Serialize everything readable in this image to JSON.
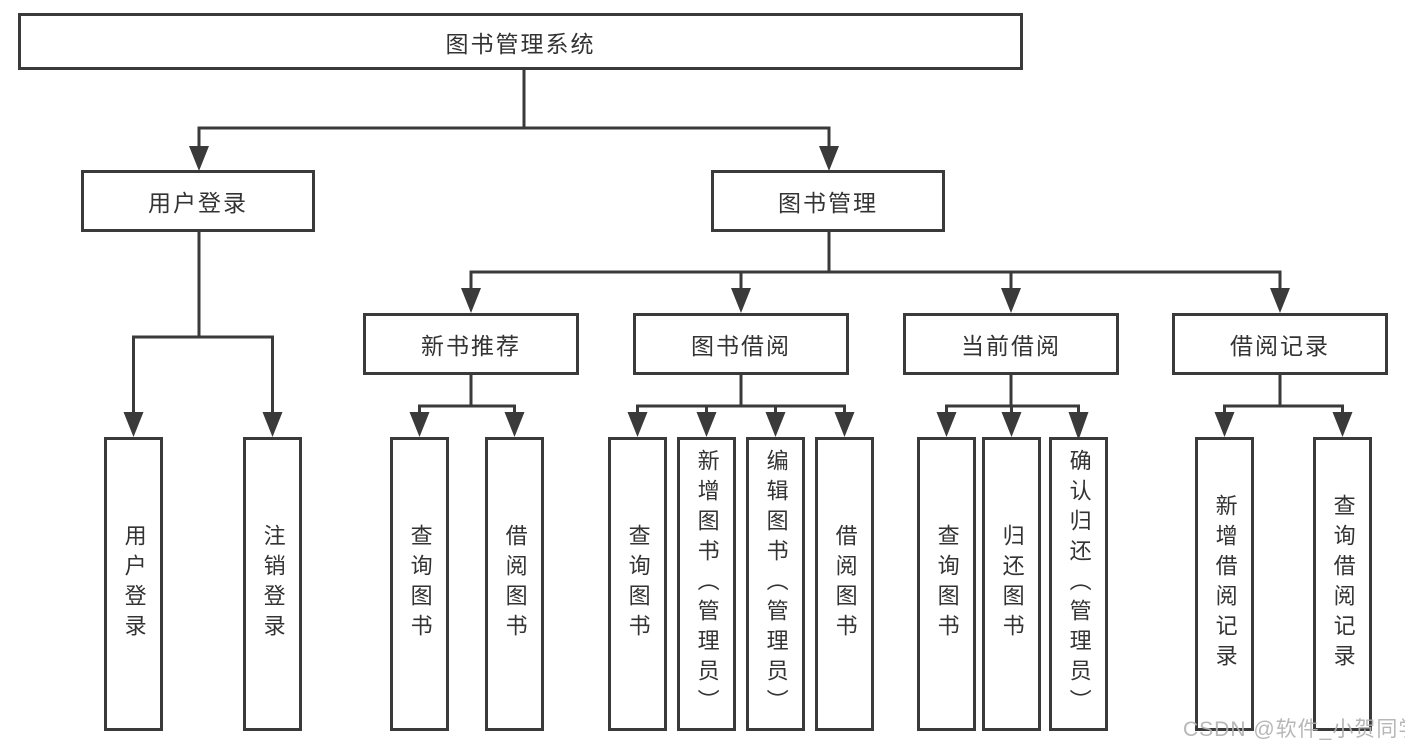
{
  "diagram": {
    "title_node": {
      "label": "图书管理系统"
    },
    "level2": [
      {
        "label": "用户登录"
      },
      {
        "label": "图书管理"
      }
    ],
    "level3": [
      {
        "label": "新书推荐",
        "parent": "图书管理"
      },
      {
        "label": "图书借阅",
        "parent": "图书管理"
      },
      {
        "label": "当前借阅",
        "parent": "图书管理"
      },
      {
        "label": "借阅记录",
        "parent": "图书管理"
      }
    ],
    "leaves": [
      {
        "label": "用户登录",
        "parent": "用户登录"
      },
      {
        "label": "注销登录",
        "parent": "用户登录"
      },
      {
        "label": "查询图书",
        "parent": "新书推荐"
      },
      {
        "label": "借阅图书",
        "parent": "新书推荐"
      },
      {
        "label": "查询图书",
        "parent": "图书借阅"
      },
      {
        "label": "新增图书（管理员）",
        "parent": "图书借阅"
      },
      {
        "label": "编辑图书（管理员）",
        "parent": "图书借阅"
      },
      {
        "label": "借阅图书",
        "parent": "图书借阅"
      },
      {
        "label": "查询图书",
        "parent": "当前借阅"
      },
      {
        "label": "归还图书",
        "parent": "当前借阅"
      },
      {
        "label": "确认归还（管理员）",
        "parent": "当前借阅"
      },
      {
        "label": "新增借阅记录",
        "parent": "借阅记录"
      },
      {
        "label": "查询借阅记录",
        "parent": "借阅记录"
      }
    ]
  },
  "watermark": {
    "text": "CSDN @软件_小贺同学"
  },
  "colors": {
    "line": "#3a3a3a",
    "border": "#3a3a3a",
    "text": "#333333",
    "background": "#ffffff",
    "watermark": "#b1b1b1"
  }
}
